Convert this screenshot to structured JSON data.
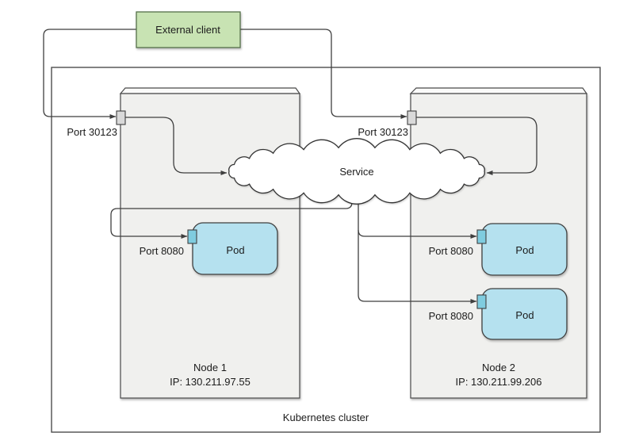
{
  "diagram": {
    "external_client": {
      "label": "External client"
    },
    "cluster_label": "Kubernetes cluster",
    "service_label": "Service",
    "nodes": [
      {
        "name": "Node 1",
        "ip": "IP: 130.211.97.55",
        "node_port": "Port 30123",
        "pods": [
          {
            "label": "Pod",
            "port": "Port 8080"
          }
        ]
      },
      {
        "name": "Node 2",
        "ip": "IP: 130.211.99.206",
        "node_port": "Port 30123",
        "pods": [
          {
            "label": "Pod",
            "port": "Port 8080"
          },
          {
            "label": "Pod",
            "port": "Port 8080"
          }
        ]
      }
    ],
    "colors": {
      "client_fill": "#c8e3b3",
      "client_border": "#55704a",
      "node_fill": "#f0f0ee",
      "pod_fill": "#b5e1ef",
      "pod_port_fill": "#7fccdf",
      "node_port_fill": "#d9d9d9",
      "line": "#3f3f3f",
      "cluster_border": "#4d4d4d",
      "text": "#1b1b1b"
    }
  }
}
